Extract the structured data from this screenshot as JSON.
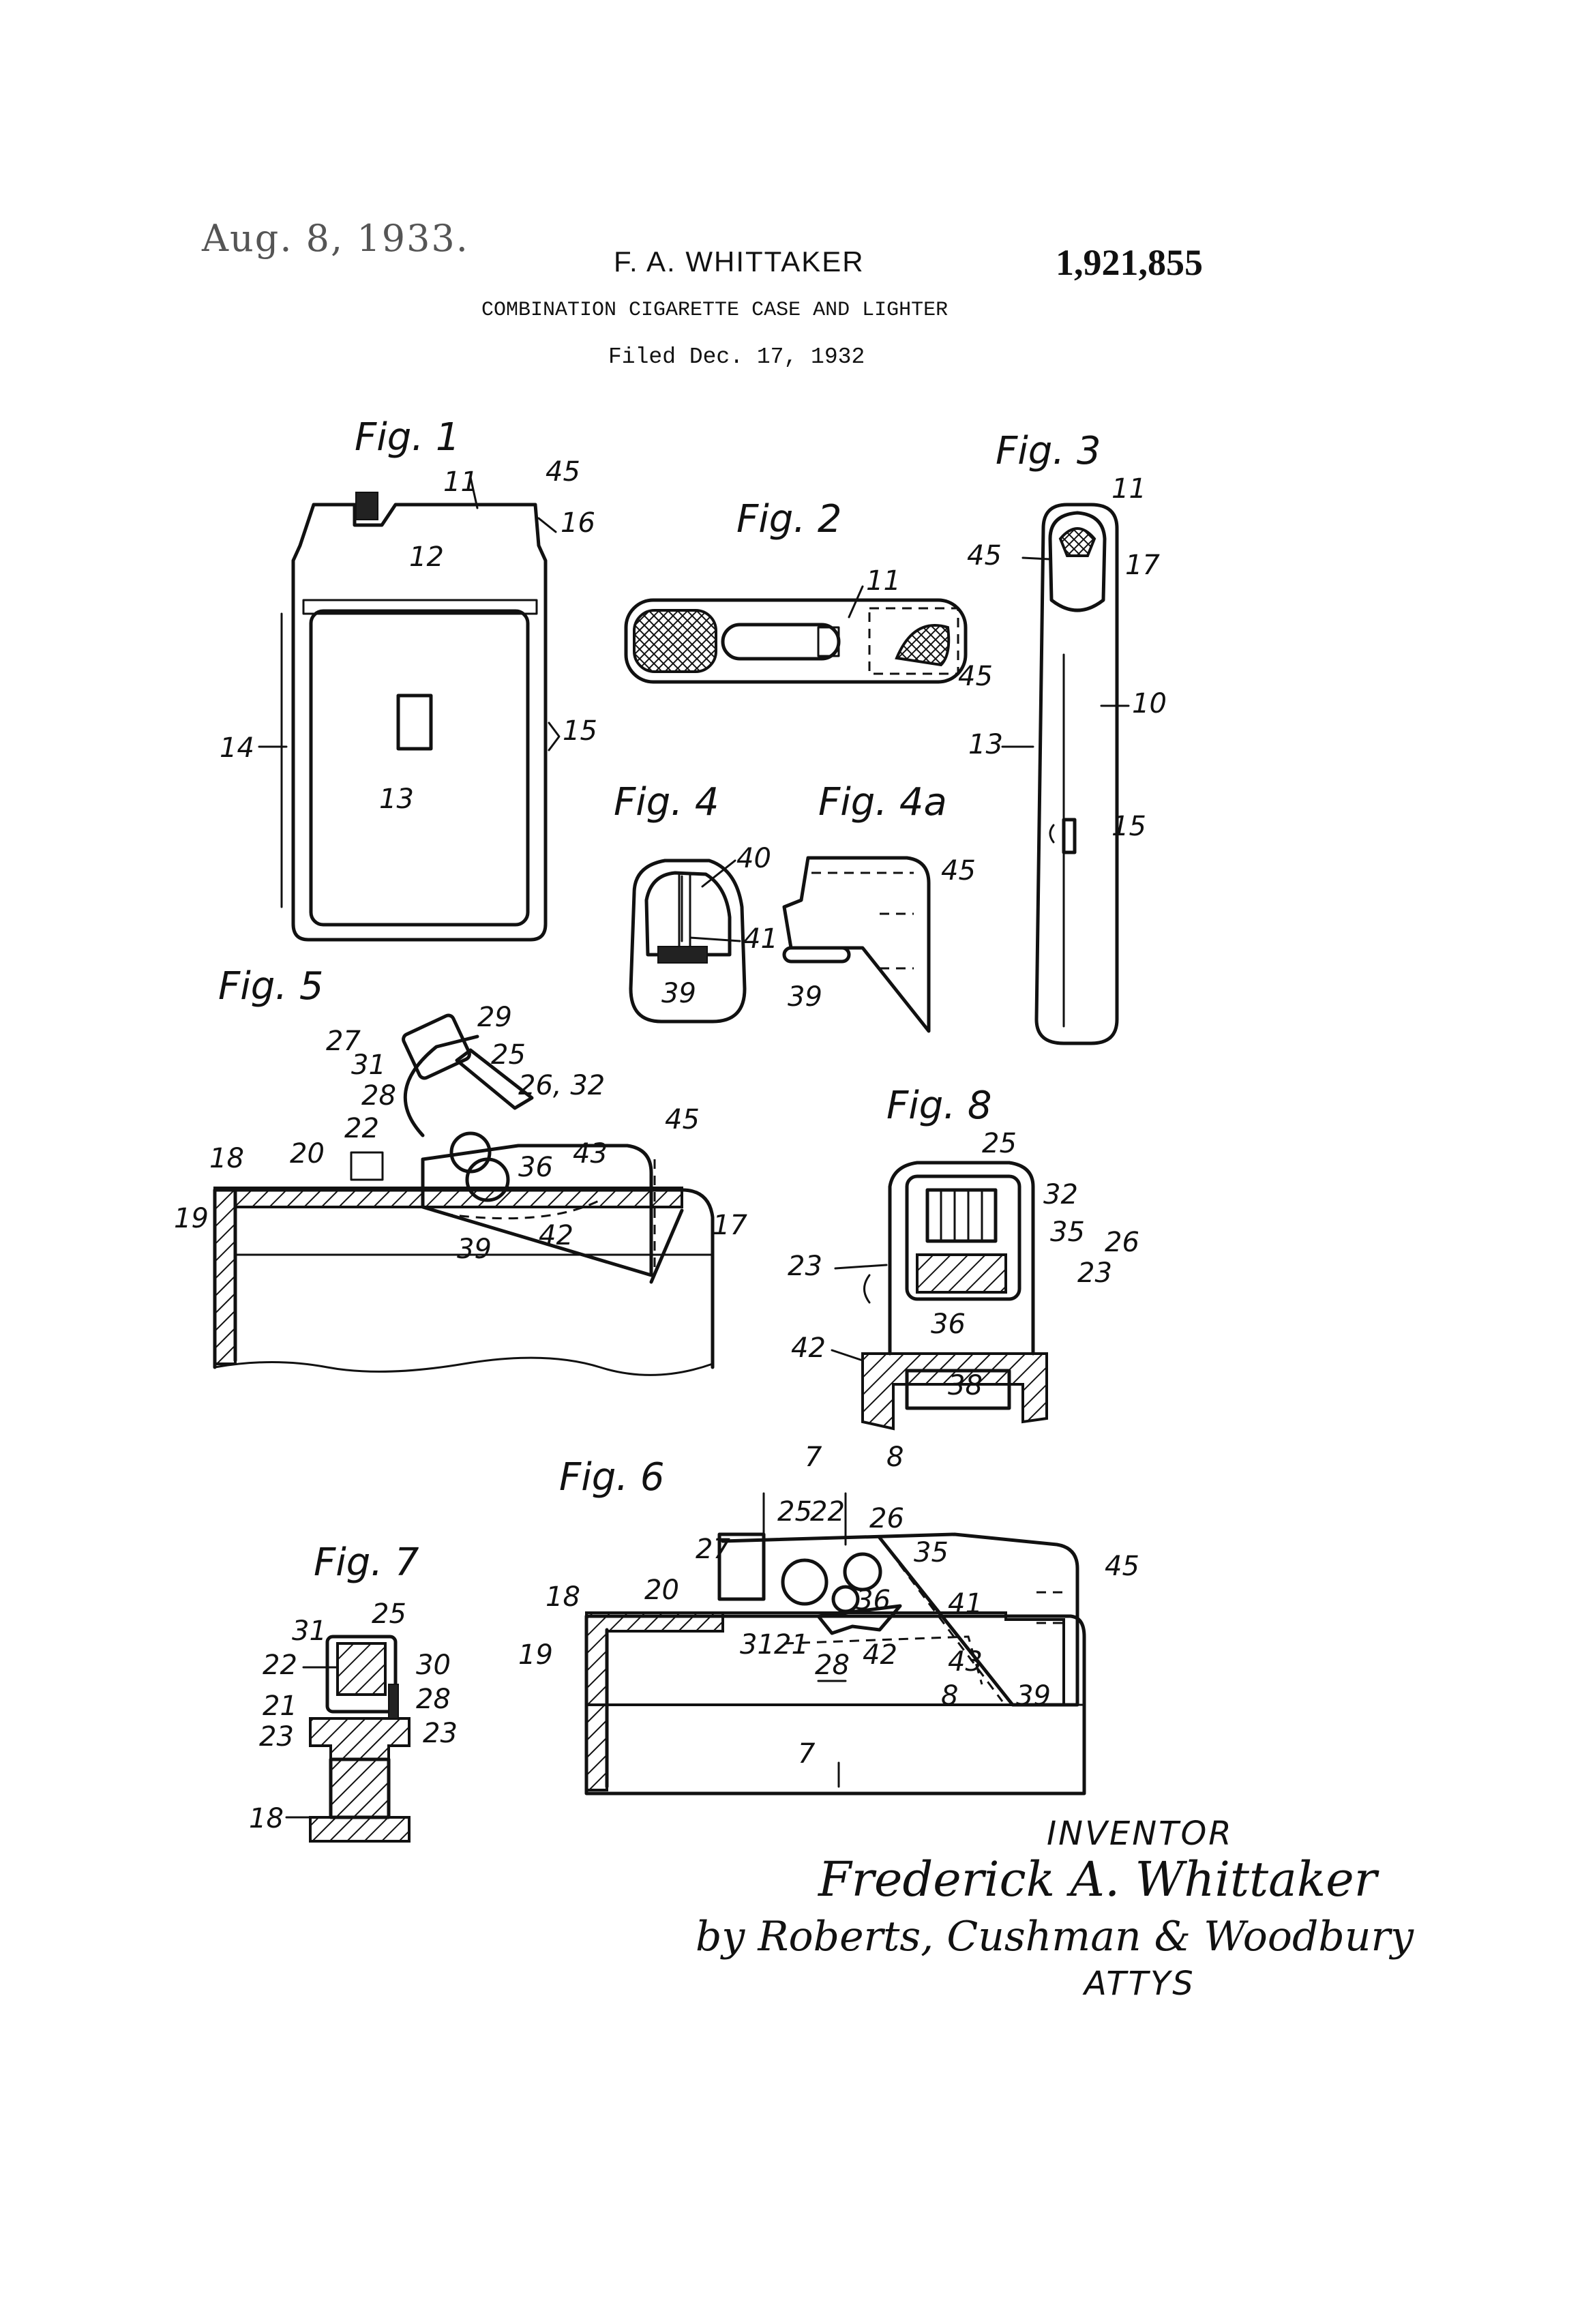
{
  "header": {
    "date": "Aug. 8, 1933.",
    "inventor_name": "F. A. WHITTAKER",
    "patent_number": "1,921,855",
    "title": "COMBINATION CIGARETTE CASE AND LIGHTER",
    "filed": "Filed Dec. 17, 1932"
  },
  "figures": {
    "fig1": "Fig. 1",
    "fig2": "Fig. 2",
    "fig3": "Fig. 3",
    "fig4": "Fig. 4",
    "fig4a": "Fig. 4a",
    "fig5": "Fig. 5",
    "fig6": "Fig. 6",
    "fig7": "Fig. 7",
    "fig8": "Fig. 8"
  },
  "refs": {
    "r10": "10",
    "r11": "11",
    "r12": "12",
    "r13": "13",
    "r14": "14",
    "r15": "15",
    "r16": "16",
    "r17": "17",
    "r18": "18",
    "r19": "19",
    "r20": "20",
    "r21": "21",
    "r22": "22",
    "r23": "23",
    "r25": "25",
    "r26": "26",
    "r27": "27",
    "r28": "28",
    "r29": "29",
    "r30": "30",
    "r31": "31",
    "r32": "32",
    "r35": "35",
    "r36": "36",
    "r38": "38",
    "r39": "39",
    "r40": "40",
    "r41": "41",
    "r42": "42",
    "r43": "43",
    "r45": "45",
    "r26_32": "26, 32",
    "r7": "7",
    "r8": "8"
  },
  "footer": {
    "inventor_label": "INVENTOR",
    "signature": "Frederick A. Whittaker",
    "attorney_signature": "by Roberts, Cushman & Woodbury",
    "attys": "ATTYS"
  }
}
